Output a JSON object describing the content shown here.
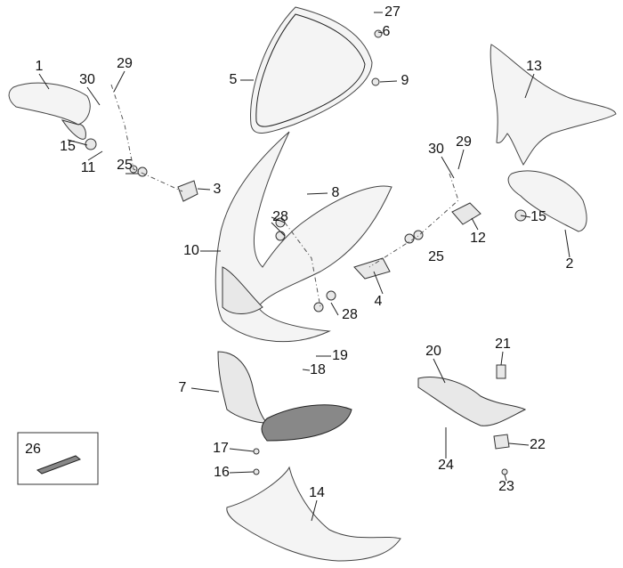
{
  "diagram": {
    "title": "Front fairing exploded view",
    "callouts": [
      {
        "id": "c1",
        "text": "1"
      },
      {
        "id": "c30a",
        "text": "30"
      },
      {
        "id": "c29a",
        "text": "29"
      },
      {
        "id": "c15a",
        "text": "15"
      },
      {
        "id": "c11",
        "text": "11"
      },
      {
        "id": "c25a",
        "text": "25"
      },
      {
        "id": "c3",
        "text": "3"
      },
      {
        "id": "c27",
        "text": "27"
      },
      {
        "id": "c6",
        "text": "6"
      },
      {
        "id": "c5",
        "text": "5"
      },
      {
        "id": "c9",
        "text": "9"
      },
      {
        "id": "c13",
        "text": "13"
      },
      {
        "id": "c8",
        "text": "8"
      },
      {
        "id": "c28a",
        "text": "28"
      },
      {
        "id": "c10",
        "text": "10"
      },
      {
        "id": "c30b",
        "text": "30"
      },
      {
        "id": "c29b",
        "text": "29"
      },
      {
        "id": "c15b",
        "text": "15"
      },
      {
        "id": "c12",
        "text": "12"
      },
      {
        "id": "c2",
        "text": "2"
      },
      {
        "id": "c25b",
        "text": "25"
      },
      {
        "id": "c4",
        "text": "4"
      },
      {
        "id": "c28b",
        "text": "28"
      },
      {
        "id": "c19",
        "text": "19"
      },
      {
        "id": "c18",
        "text": "18"
      },
      {
        "id": "c7",
        "text": "7"
      },
      {
        "id": "c20",
        "text": "20"
      },
      {
        "id": "c21",
        "text": "21"
      },
      {
        "id": "c17",
        "text": "17"
      },
      {
        "id": "c16",
        "text": "16"
      },
      {
        "id": "c22",
        "text": "22"
      },
      {
        "id": "c24",
        "text": "24"
      },
      {
        "id": "c23",
        "text": "23"
      },
      {
        "id": "c14",
        "text": "14"
      },
      {
        "id": "c26",
        "text": "26"
      }
    ]
  }
}
